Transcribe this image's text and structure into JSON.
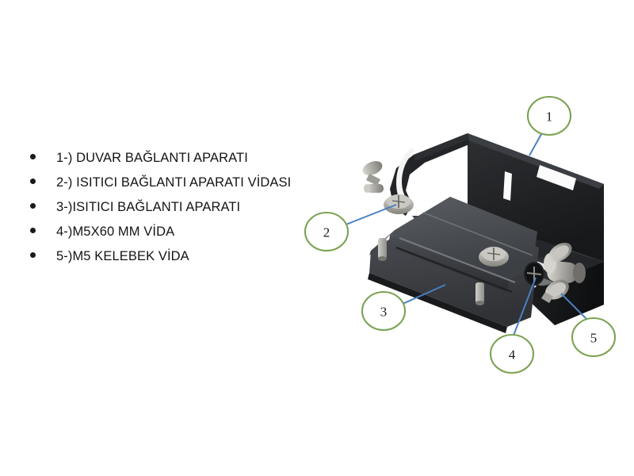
{
  "document": {
    "background_color": "#ffffff",
    "type": "technical-parts-diagram"
  },
  "legend": {
    "items": [
      {
        "id": "1",
        "label": "1-) DUVAR BAĞLANTI APARATI"
      },
      {
        "id": "2",
        "label": "2-) ISITICI BAĞLANTI APARATI VİDASI"
      },
      {
        "id": "3",
        "label": "3-)ISITICI BAĞLANTI APARATI"
      },
      {
        "id": "4",
        "label": "4-)M5X60 MM VİDA"
      },
      {
        "id": "5",
        "label": "5-)M5 KELEBEK VİDA"
      }
    ]
  },
  "illustration": {
    "name": "wall-mount-bracket-assembly",
    "callouts": [
      {
        "number": "1",
        "target": "wall-bracket-back-panel"
      },
      {
        "number": "2",
        "target": "heater-bracket-screw"
      },
      {
        "number": "3",
        "target": "heater-mounting-rail"
      },
      {
        "number": "4",
        "target": "m5x60-bolt"
      },
      {
        "number": "5",
        "target": "m5-wing-screw"
      }
    ],
    "colors": {
      "callout_stroke": "#7ba352",
      "callout_fill": "#ffffff",
      "leader_line": "#4a7fc1",
      "metal_body_dark": "#1c1c1e",
      "metal_body_mid": "#3a3c40",
      "metal_body_light": "#55585d",
      "hardware_steel": "#b9b9b4",
      "text": "#141414"
    }
  }
}
